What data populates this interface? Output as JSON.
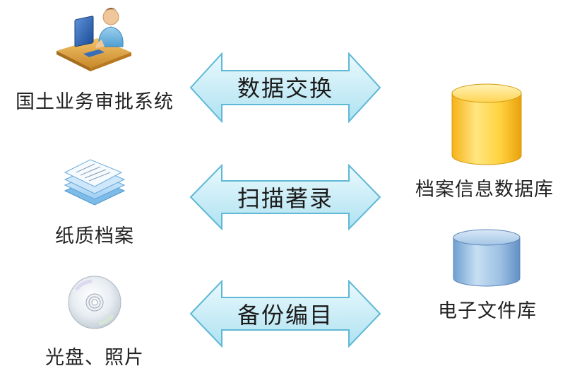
{
  "left_nodes": [
    {
      "label": "国土业务审批系统",
      "icon": "computer-user-icon"
    },
    {
      "label": "纸质档案",
      "icon": "paper-stack-icon"
    },
    {
      "label": "光盘、照片",
      "icon": "cd-disc-icon"
    }
  ],
  "arrows": [
    {
      "label": "数据交换"
    },
    {
      "label": "扫描著录"
    },
    {
      "label": "备份编目"
    }
  ],
  "right_nodes": [
    {
      "label": "档案信息数据库",
      "icon": "yellow-database-cylinder-icon",
      "color": "#f7c837"
    },
    {
      "label": "电子文件库",
      "icon": "blue-database-cylinder-icon",
      "color": "#8fb6dc"
    }
  ]
}
